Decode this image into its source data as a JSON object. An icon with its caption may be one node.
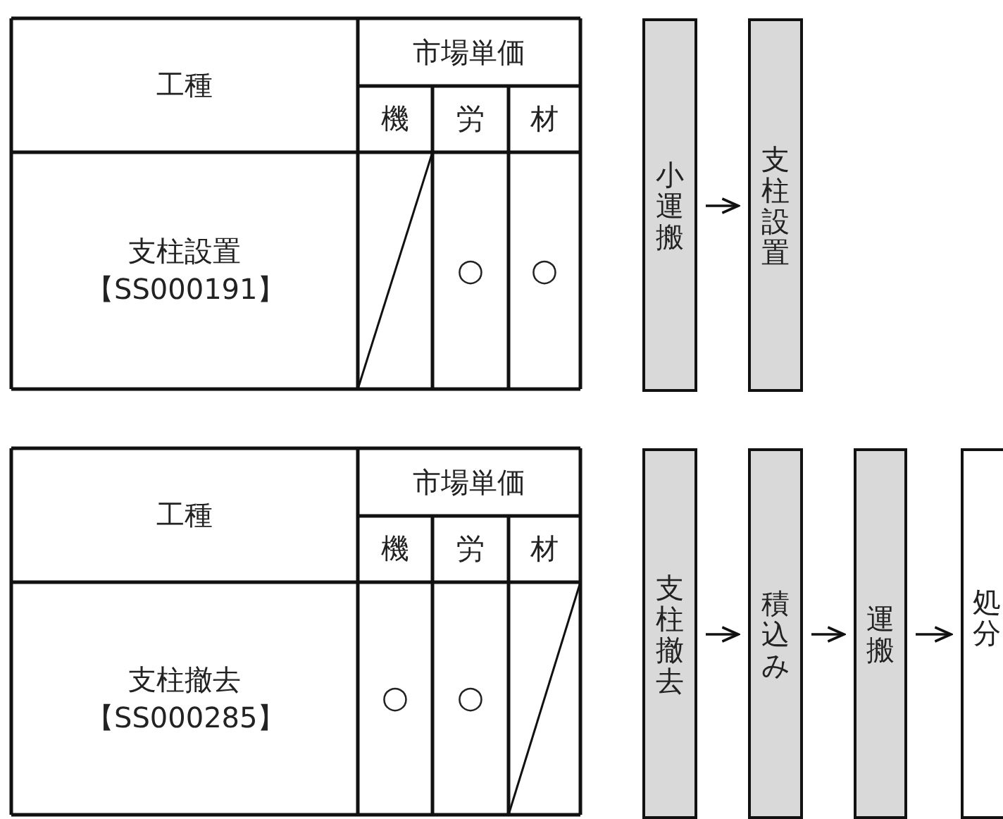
{
  "diagram": {
    "nodes": [
      {
        "text": [
          "小運搬"
        ]
      },
      {
        "text": [
          "支柱設置"
        ]
      },
      {
        "text": [
          "支柱撤去"
        ]
      },
      {
        "text": [
          "積込み"
        ]
      },
      {
        "text": [
          "運搬"
        ]
      },
      {
        "text": [
          "処分"
        ]
      }
    ],
    "edges": [
      {
        "from": 0,
        "to": 1,
        "arrow": "to"
      },
      {
        "from": 2,
        "to": 3,
        "arrow": "to"
      },
      {
        "from": 3,
        "to": 4,
        "arrow": "to"
      },
      {
        "from": 4,
        "to": 5,
        "arrow": "to"
      }
    ],
    "labels": [
      "工種",
      "市場単価",
      "機",
      "労",
      "材",
      "支柱設置【SS000191】",
      "○",
      "○",
      "工種",
      "市場単価",
      "機",
      "労",
      "材",
      "支柱撤去【SS000285】",
      "○",
      "○"
    ]
  }
}
